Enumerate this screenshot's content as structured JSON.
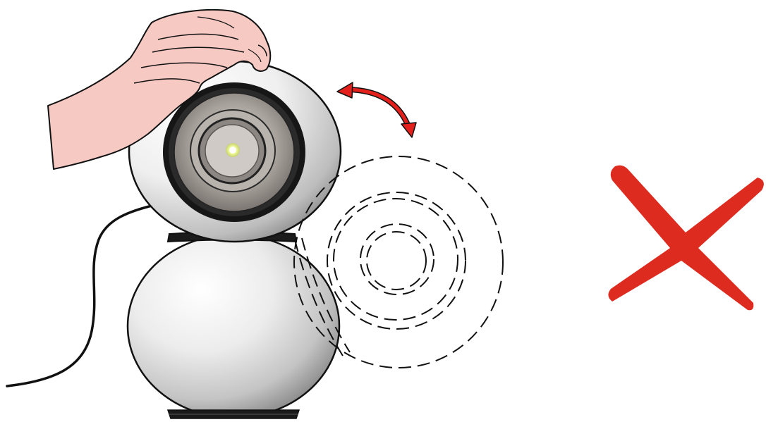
{
  "illustration": {
    "subject": "spherical-camera-device",
    "action": "manual-rotation-of-camera-head",
    "verdict": "prohibited"
  },
  "icons": {
    "hand": "hand-icon",
    "rotation_arrow": "curved-double-arrow-icon",
    "motion_outline": "rotated-head-dashed-outline",
    "cross": "red-x-icon"
  },
  "colors": {
    "background": "#ffffff",
    "outline": "#111111",
    "body_light": "#f2f2f2",
    "body_shade": "#9a9a9a",
    "hand_fill": "#f6c9c3",
    "arrow": "#e3201b",
    "cross": "#dd2b1f"
  }
}
